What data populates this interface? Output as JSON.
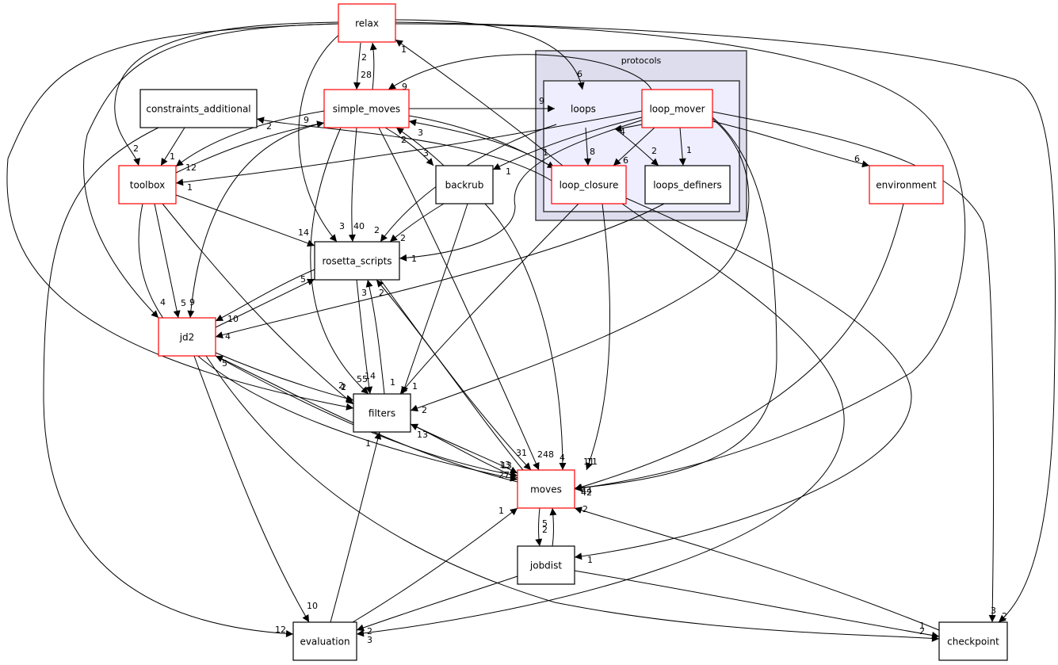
{
  "colors": {
    "node_border_default": "#000000",
    "node_border_has_children": "#ff0000",
    "cluster_outer_fill": "#ddddee",
    "cluster_outer_stroke": "#404040",
    "cluster_inner_fill": "#eeeeff",
    "cluster_inner_stroke": "#404040",
    "edge": "#000000"
  },
  "cluster": {
    "title": "protocols",
    "inner_node": "loops"
  },
  "nodes": [
    {
      "id": "relax",
      "label": "relax",
      "red": true
    },
    {
      "id": "simple_moves",
      "label": "simple_moves",
      "red": true
    },
    {
      "id": "constraints_additional",
      "label": "constraints_additional",
      "red": false
    },
    {
      "id": "toolbox",
      "label": "toolbox",
      "red": true
    },
    {
      "id": "backrub",
      "label": "backrub",
      "red": false
    },
    {
      "id": "rosetta_scripts",
      "label": "rosetta_scripts",
      "red": false
    },
    {
      "id": "jd2",
      "label": "jd2",
      "red": true
    },
    {
      "id": "filters",
      "label": "filters",
      "red": false
    },
    {
      "id": "moves",
      "label": "moves",
      "red": true
    },
    {
      "id": "jobdist",
      "label": "jobdist",
      "red": false
    },
    {
      "id": "evaluation",
      "label": "evaluation",
      "red": false
    },
    {
      "id": "checkpoint",
      "label": "checkpoint",
      "red": false
    },
    {
      "id": "environment",
      "label": "environment",
      "red": true
    },
    {
      "id": "loops",
      "label": "loops",
      "red": false,
      "plain": true
    },
    {
      "id": "loop_mover",
      "label": "loop_mover",
      "red": true
    },
    {
      "id": "loop_closure",
      "label": "loop_closure",
      "red": true
    },
    {
      "id": "loops_definers",
      "label": "loops_definers",
      "red": false
    }
  ],
  "edges": [
    {
      "from": "relax",
      "to": "simple_moves",
      "label": "28"
    },
    {
      "from": "simple_moves",
      "to": "relax",
      "label": "2"
    },
    {
      "from": "loop_closure",
      "to": "relax",
      "label": "1"
    },
    {
      "from": "relax",
      "to": "loops",
      "label": "6"
    },
    {
      "from": "loop_mover",
      "to": "simple_moves",
      "label": "9"
    },
    {
      "from": "simple_moves",
      "to": "loops",
      "label": "9"
    },
    {
      "from": "relax",
      "to": "toolbox",
      "label": "2"
    },
    {
      "from": "relax",
      "to": "jd2",
      "label": "4"
    },
    {
      "from": "relax",
      "to": "rosetta_scripts",
      "label": "3"
    },
    {
      "from": "relax",
      "to": "filters",
      "label": "2"
    },
    {
      "from": "relax",
      "to": "moves",
      "label": "42"
    },
    {
      "from": "relax",
      "to": "checkpoint",
      "label": "2"
    },
    {
      "from": "constraints_additional",
      "to": "toolbox",
      "label": "1"
    },
    {
      "from": "constraints_additional",
      "to": "evaluation",
      "label": "12"
    },
    {
      "from": "loop_closure",
      "to": "constraints_additional",
      "label": "2"
    },
    {
      "from": "simple_moves",
      "to": "toolbox",
      "label": "12"
    },
    {
      "from": "toolbox",
      "to": "simple_moves",
      "label": "9"
    },
    {
      "from": "loop_mover",
      "to": "toolbox",
      "label": "1"
    },
    {
      "from": "toolbox",
      "to": "rosetta_scripts",
      "label": "14"
    },
    {
      "from": "toolbox",
      "to": "jd2",
      "label": "5"
    },
    {
      "from": "toolbox",
      "to": "filters",
      "label": "1"
    },
    {
      "from": "toolbox",
      "to": "moves",
      "label": "27"
    },
    {
      "from": "simple_moves",
      "to": "jd2",
      "label": "9"
    },
    {
      "from": "simple_moves",
      "to": "rosetta_scripts",
      "label": "40"
    },
    {
      "from": "simple_moves",
      "to": "filters",
      "label": "55"
    },
    {
      "from": "simple_moves",
      "to": "moves",
      "label": "248"
    },
    {
      "from": "simple_moves",
      "to": "backrub",
      "label": "3"
    },
    {
      "from": "backrub",
      "to": "simple_moves",
      "label": "2"
    },
    {
      "from": "loop_closure",
      "to": "simple_moves",
      "label": "3"
    },
    {
      "from": "simple_moves",
      "to": "loop_closure",
      "label": "1"
    },
    {
      "from": "loop_mover",
      "to": "backrub",
      "label": "1"
    },
    {
      "from": "backrub",
      "to": "rosetta_scripts",
      "label": "2"
    },
    {
      "from": "backrub",
      "to": "filters",
      "label": "1"
    },
    {
      "from": "backrub",
      "to": "moves",
      "label": "4"
    },
    {
      "from": "loops",
      "to": "rosetta_scripts",
      "label": "2"
    },
    {
      "from": "loop_mover",
      "to": "rosetta_scripts",
      "label": "1"
    },
    {
      "from": "loops",
      "to": "loop_closure",
      "label": "8"
    },
    {
      "from": "loop_mover",
      "to": "loop_closure",
      "label": "6"
    },
    {
      "from": "loop_mover",
      "to": "loops",
      "label": "4"
    },
    {
      "from": "loops",
      "to": "loops_definers",
      "label": "2"
    },
    {
      "from": "loop_mover",
      "to": "loops_definers",
      "label": "1"
    },
    {
      "from": "loop_mover",
      "to": "environment",
      "label": "6"
    },
    {
      "from": "loop_mover",
      "to": "checkpoint",
      "label": "3"
    },
    {
      "from": "loop_mover",
      "to": "filters",
      "label": "2"
    },
    {
      "from": "loop_mover",
      "to": "moves",
      "label": "11"
    },
    {
      "from": "loops_definers",
      "to": "jd2",
      "label": "4"
    },
    {
      "from": "loop_closure",
      "to": "filters",
      "label": "1"
    },
    {
      "from": "loop_closure",
      "to": "moves",
      "label": "11"
    },
    {
      "from": "loop_closure",
      "to": "evaluation",
      "label": "3"
    },
    {
      "from": "loop_closure",
      "to": "jobdist",
      "label": "1"
    },
    {
      "from": "rosetta_scripts",
      "to": "jd2",
      "label": "10"
    },
    {
      "from": "jd2",
      "to": "rosetta_scripts",
      "label": "5"
    },
    {
      "from": "rosetta_scripts",
      "to": "filters",
      "label": "14"
    },
    {
      "from": "filters",
      "to": "rosetta_scripts",
      "label": "3"
    },
    {
      "from": "moves",
      "to": "rosetta_scripts",
      "label": "2"
    },
    {
      "from": "rosetta_scripts",
      "to": "moves",
      "label": "31"
    },
    {
      "from": "jd2",
      "to": "filters",
      "label": "2"
    },
    {
      "from": "jd2",
      "to": "moves",
      "label": "13"
    },
    {
      "from": "moves",
      "to": "jd2",
      "label": "5"
    },
    {
      "from": "jd2",
      "to": "evaluation",
      "label": "10"
    },
    {
      "from": "jd2",
      "to": "checkpoint",
      "label": "1"
    },
    {
      "from": "filters",
      "to": "moves",
      "label": "13"
    },
    {
      "from": "moves",
      "to": "filters",
      "label": "13"
    },
    {
      "from": "evaluation",
      "to": "filters",
      "label": "1"
    },
    {
      "from": "evaluation",
      "to": "moves",
      "label": "1"
    },
    {
      "from": "moves",
      "to": "jobdist",
      "label": "2"
    },
    {
      "from": "jobdist",
      "to": "moves",
      "label": "5"
    },
    {
      "from": "jobdist",
      "to": "evaluation",
      "label": "2"
    },
    {
      "from": "jobdist",
      "to": "checkpoint",
      "label": "2"
    },
    {
      "from": "checkpoint",
      "to": "moves",
      "label": "2"
    },
    {
      "from": "environment",
      "to": "moves",
      "label": "44"
    }
  ]
}
